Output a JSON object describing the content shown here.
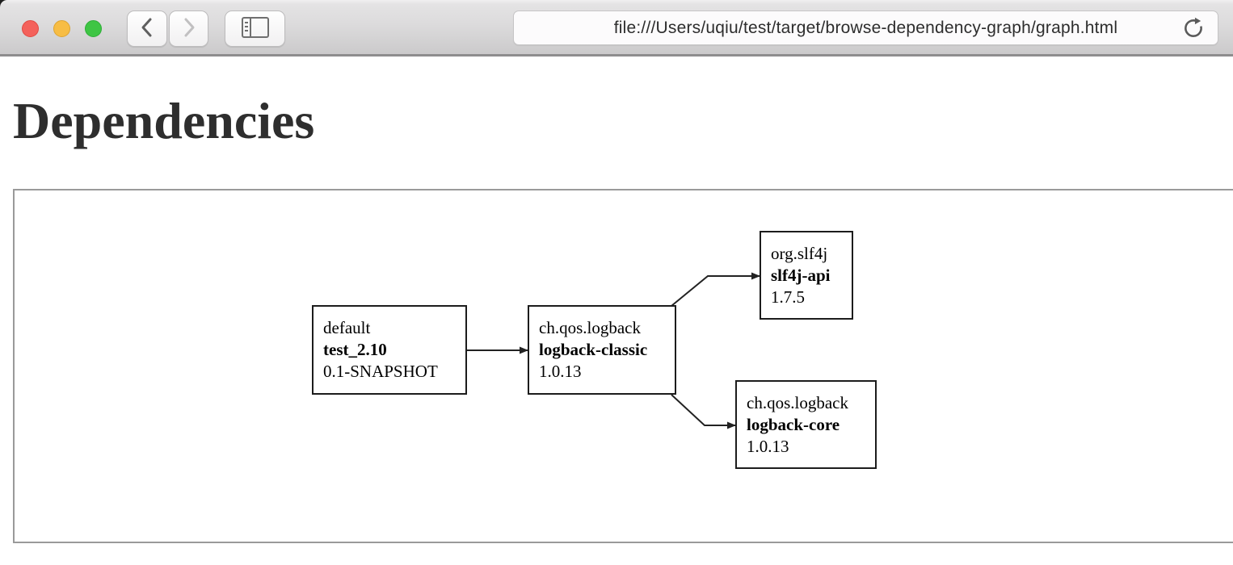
{
  "browser": {
    "url": "file:///Users/uqiu/test/target/browse-dependency-graph/graph.html",
    "window_controls": [
      "close",
      "minimize",
      "zoom"
    ],
    "back_enabled": true,
    "forward_enabled": false
  },
  "page": {
    "heading": "Dependencies"
  },
  "graph": {
    "nodes": [
      {
        "group": "default",
        "name": "test_2.10",
        "version": "0.1-SNAPSHOT"
      },
      {
        "group": "ch.qos.logback",
        "name": "logback-classic",
        "version": "1.0.13"
      },
      {
        "group": "org.slf4j",
        "name": "slf4j-api",
        "version": "1.7.5"
      },
      {
        "group": "ch.qos.logback",
        "name": "logback-core",
        "version": "1.0.13"
      }
    ],
    "edges": [
      {
        "from": "test_2.10",
        "to": "logback-classic"
      },
      {
        "from": "logback-classic",
        "to": "slf4j-api"
      },
      {
        "from": "logback-classic",
        "to": "logback-core"
      }
    ]
  },
  "colors": {
    "traffic_red": "#f4615b",
    "traffic_yellow": "#f7bd45",
    "traffic_green": "#3ec544",
    "frame_border": "#9a9a9a",
    "node_border": "#1c1c1c",
    "edge_stroke": "#222222"
  }
}
